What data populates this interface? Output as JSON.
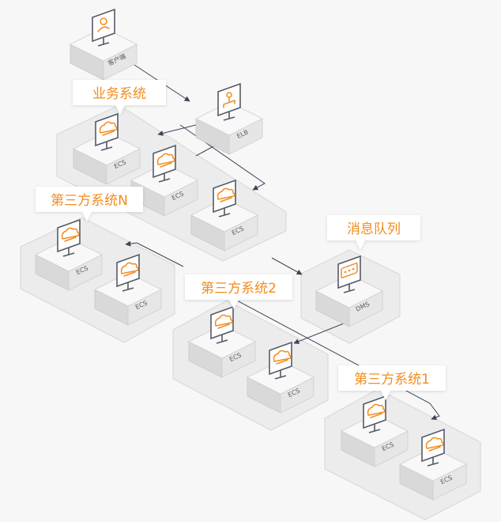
{
  "groups": {
    "business": "业务系统",
    "third_n": "第三方系统N",
    "third_2": "第三方系统2",
    "queue": "消息队列",
    "third_1": "第三方系统1"
  },
  "nodes": {
    "client": "客户端",
    "elb": "ELB",
    "ecs": "ECS",
    "dms": "DMS"
  },
  "colors": {
    "accent": "#f28c1e",
    "arrow": "#3d4457",
    "platform": "#ececec",
    "box_top": "#f8f8f8"
  },
  "icons": [
    "user-icon",
    "load-balancer-icon",
    "cloud-icon",
    "message-dots-icon"
  ]
}
